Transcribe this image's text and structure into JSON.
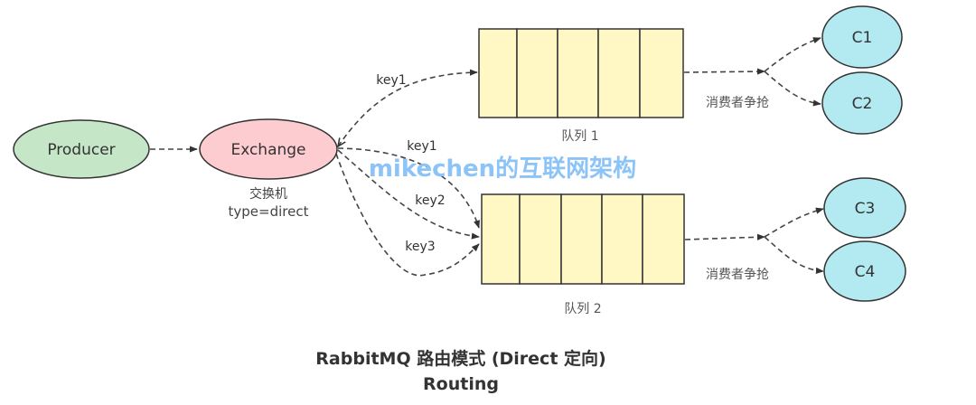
{
  "colors": {
    "producer_fill": "#c6e6c8",
    "exchange_fill": "#fdccd0",
    "queue_fill": "#fff8c4",
    "consumer_fill": "#b3e9f0",
    "watermark": "#8cc4f7",
    "edge": "#444444"
  },
  "producer": {
    "label": "Producer"
  },
  "exchange": {
    "label": "Exchange",
    "caption_line1": "交换机",
    "caption_line2": "type=direct"
  },
  "queues": [
    {
      "label": "队列 1",
      "cells": 5
    },
    {
      "label": "队列 2",
      "cells": 5
    }
  ],
  "bindings": [
    {
      "key": "key1",
      "target": "队列 1"
    },
    {
      "key": "key1",
      "target": "队列 2"
    },
    {
      "key": "key2",
      "target": "队列 2"
    },
    {
      "key": "key3",
      "target": "队列 2"
    }
  ],
  "consumers": [
    {
      "label": "C1"
    },
    {
      "label": "C2"
    },
    {
      "label": "C3"
    },
    {
      "label": "C4"
    }
  ],
  "compete_label_1": "消费者争抢",
  "compete_label_2": "消费者争抢",
  "watermark": "mikechen的互联网架构",
  "title_line1": "RabbitMQ 路由模式 (Direct 定向)",
  "title_line2": "Routing"
}
